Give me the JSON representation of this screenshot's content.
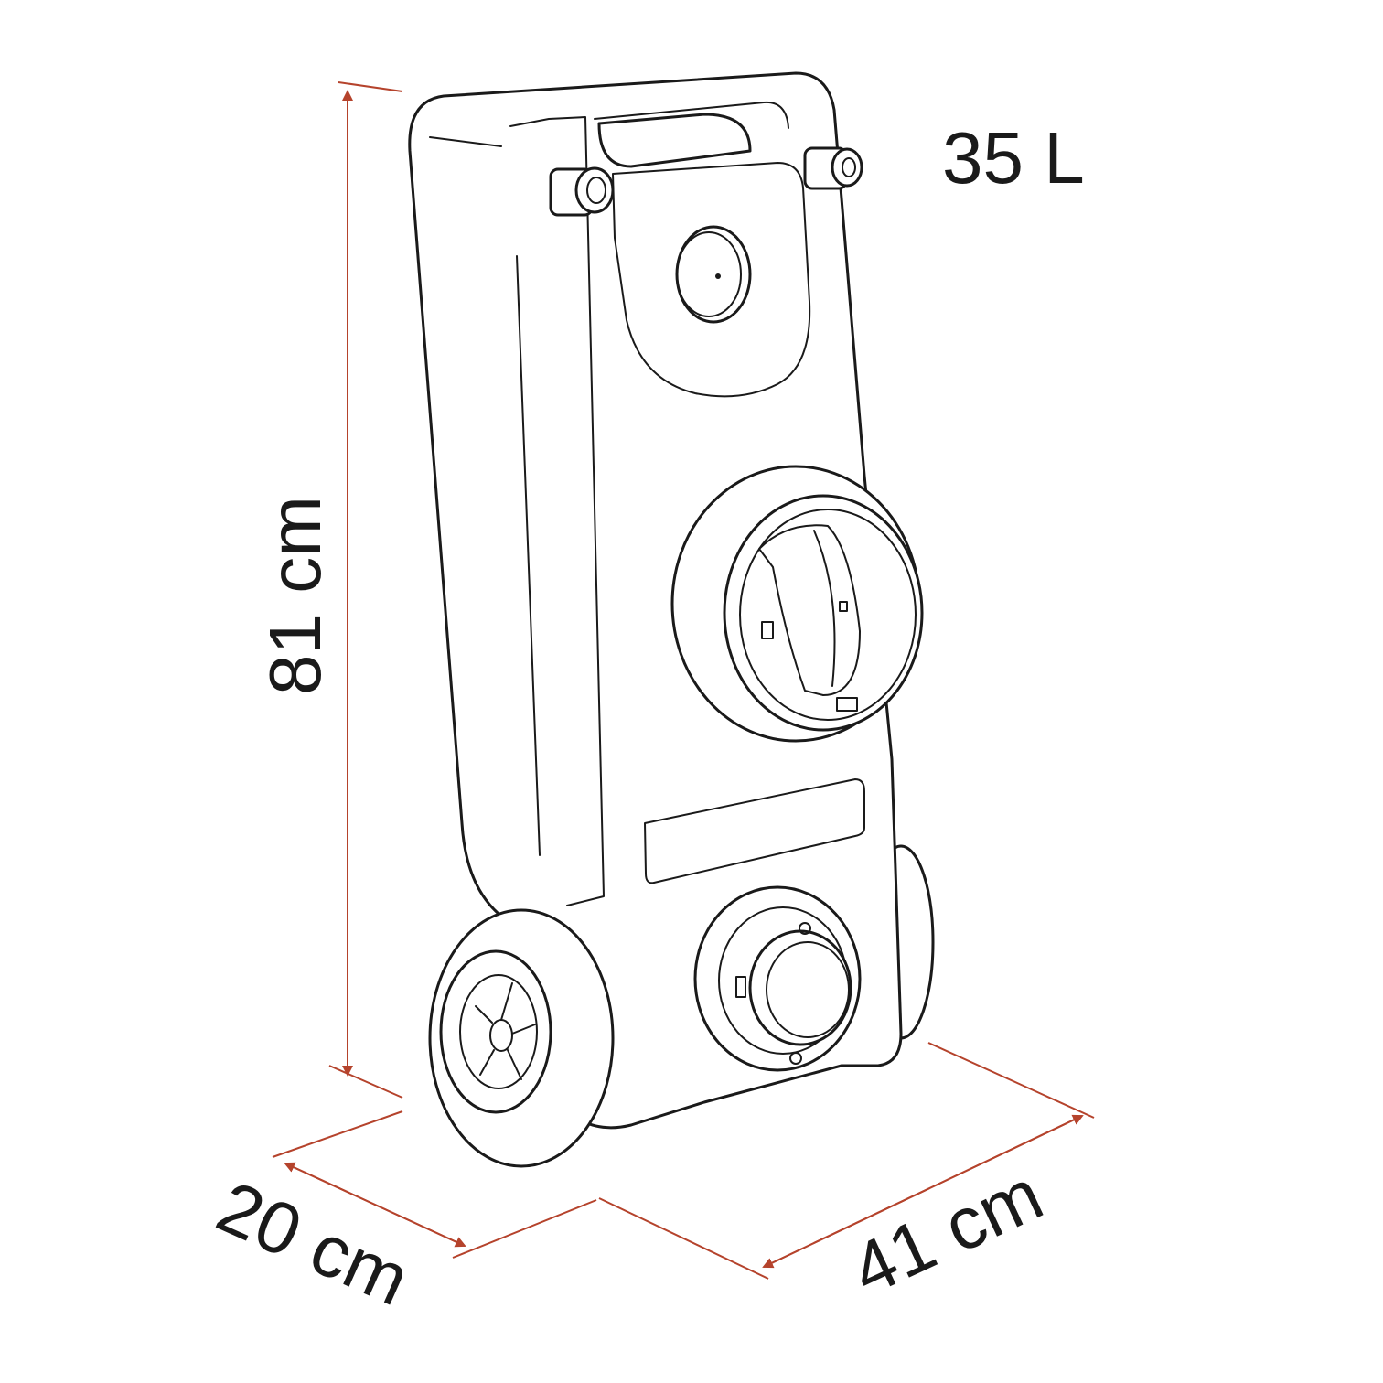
{
  "labels": {
    "capacity": "35 L",
    "height": "81 cm",
    "depth": "20 cm",
    "width": "41 cm"
  },
  "colors": {
    "dimension_line": "#b5432c",
    "outline": "#1a1a1a",
    "background": "#ffffff"
  }
}
